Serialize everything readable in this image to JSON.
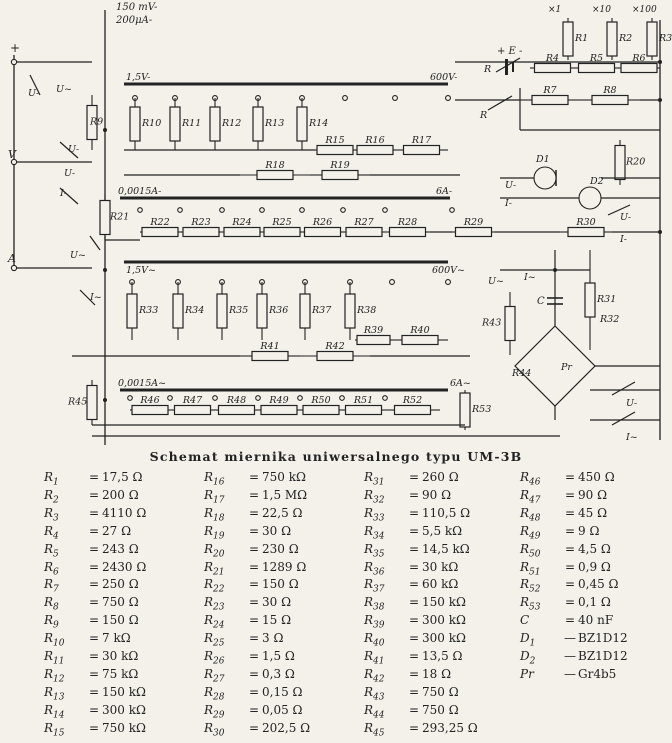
{
  "schematic": {
    "top_labels": {
      "range_150mv": "150 mV-",
      "range_200ua": "200μA-",
      "x1": "×1",
      "x10": "×10",
      "x100": "×100"
    },
    "terminals": {
      "plus": "+",
      "v": "V",
      "a": "A"
    },
    "battery": "+ E -",
    "range_labels": [
      "1,5V-",
      "600V-",
      "0,0015A-",
      "6A-",
      "1,5V~",
      "600V~",
      "0,0015A~",
      "6A~"
    ],
    "switch_labels": [
      "U-",
      "U~",
      "U-",
      "I-",
      "I~",
      "R",
      "R",
      "U-",
      "I-",
      "U-",
      "I-",
      "U~",
      "I~",
      "U-",
      "I~",
      "I~"
    ],
    "components": [
      "R1",
      "R2",
      "R3",
      "R4",
      "R5",
      "R6",
      "R7",
      "R8",
      "R9",
      "R10",
      "R11",
      "R12",
      "R13",
      "R14",
      "R15",
      "R16",
      "R17",
      "R18",
      "R19",
      "R20",
      "R21",
      "R22",
      "R23",
      "R24",
      "R25",
      "R26",
      "R27",
      "R28",
      "R29",
      "R30",
      "R31",
      "R32",
      "R33",
      "R34",
      "R35",
      "R36",
      "R37",
      "R38",
      "R39",
      "R40",
      "R41",
      "R42",
      "R43",
      "R44",
      "R45",
      "R46",
      "R47",
      "R48",
      "R49",
      "R50",
      "R51",
      "R52",
      "R53",
      "D1",
      "D2",
      "C",
      "Pr"
    ]
  },
  "caption": "Schemat miernika uniwersalnego typu UM-3B",
  "columns": [
    [
      {
        "sym": "R1",
        "val": "17,5 Ω"
      },
      {
        "sym": "R2",
        "val": "200 Ω"
      },
      {
        "sym": "R3",
        "val": "4110 Ω"
      },
      {
        "sym": "R4",
        "val": "27 Ω"
      },
      {
        "sym": "R5",
        "val": "243 Ω"
      },
      {
        "sym": "R6",
        "val": "2430 Ω"
      },
      {
        "sym": "R7",
        "val": "250 Ω"
      },
      {
        "sym": "R8",
        "val": "750 Ω"
      },
      {
        "sym": "R9",
        "val": "150 Ω"
      },
      {
        "sym": "R10",
        "val": "7 kΩ"
      },
      {
        "sym": "R11",
        "val": "30 kΩ"
      },
      {
        "sym": "R12",
        "val": "75 kΩ"
      },
      {
        "sym": "R13",
        "val": "150 kΩ"
      },
      {
        "sym": "R14",
        "val": "300 kΩ"
      },
      {
        "sym": "R15",
        "val": "750 kΩ"
      }
    ],
    [
      {
        "sym": "R16",
        "val": "750 kΩ"
      },
      {
        "sym": "R17",
        "val": "1,5 MΩ"
      },
      {
        "sym": "R18",
        "val": "22,5 Ω"
      },
      {
        "sym": "R19",
        "val": "30 Ω"
      },
      {
        "sym": "R20",
        "val": "230 Ω"
      },
      {
        "sym": "R21",
        "val": "1289 Ω"
      },
      {
        "sym": "R22",
        "val": "150 Ω"
      },
      {
        "sym": "R23",
        "val": "30 Ω"
      },
      {
        "sym": "R24",
        "val": "15 Ω"
      },
      {
        "sym": "R25",
        "val": "3 Ω"
      },
      {
        "sym": "R26",
        "val": "1,5 Ω"
      },
      {
        "sym": "R27",
        "val": "0,3 Ω"
      },
      {
        "sym": "R28",
        "val": "0,15 Ω"
      },
      {
        "sym": "R29",
        "val": "0,05 Ω"
      },
      {
        "sym": "R30",
        "val": "202,5 Ω"
      }
    ],
    [
      {
        "sym": "R31",
        "val": "260 Ω"
      },
      {
        "sym": "R32",
        "val": "90 Ω"
      },
      {
        "sym": "R33",
        "val": "110,5 Ω"
      },
      {
        "sym": "R34",
        "val": "5,5 kΩ"
      },
      {
        "sym": "R35",
        "val": "14,5 kΩ"
      },
      {
        "sym": "R36",
        "val": "30 kΩ"
      },
      {
        "sym": "R37",
        "val": "60 kΩ"
      },
      {
        "sym": "R38",
        "val": "150 kΩ"
      },
      {
        "sym": "R39",
        "val": "300 kΩ"
      },
      {
        "sym": "R40",
        "val": "300 kΩ"
      },
      {
        "sym": "R41",
        "val": "13,5 Ω"
      },
      {
        "sym": "R42",
        "val": "18 Ω"
      },
      {
        "sym": "R43",
        "val": "750 Ω"
      },
      {
        "sym": "R44",
        "val": "750 Ω"
      },
      {
        "sym": "R45",
        "val": "293,25 Ω"
      }
    ],
    [
      {
        "sym": "R46",
        "val": "450 Ω"
      },
      {
        "sym": "R47",
        "val": "90 Ω"
      },
      {
        "sym": "R48",
        "val": "45 Ω"
      },
      {
        "sym": "R49",
        "val": "9 Ω"
      },
      {
        "sym": "R50",
        "val": "4,5 Ω"
      },
      {
        "sym": "R51",
        "val": "0,9 Ω"
      },
      {
        "sym": "R52",
        "val": "0,45 Ω"
      },
      {
        "sym": "R53",
        "val": "0,1 Ω"
      },
      {
        "sym": "C",
        "val": "40 nF"
      },
      {
        "sym": "D1",
        "val": "BZ1D12"
      },
      {
        "sym": "D2",
        "val": "BZ1D12"
      },
      {
        "sym": "Pr",
        "val": "Gr4b5"
      }
    ]
  ]
}
